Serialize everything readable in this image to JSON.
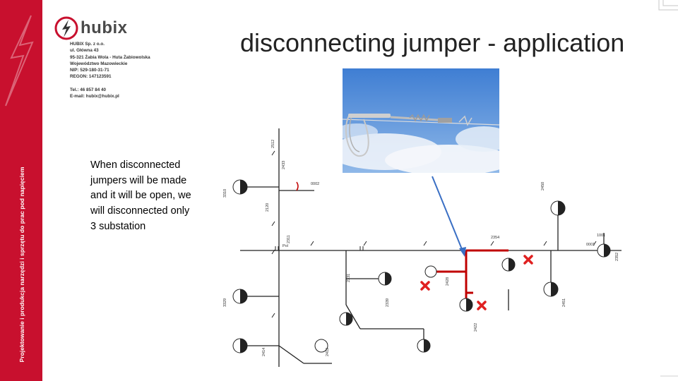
{
  "sidebar": {
    "vertical_text": "Projektowanie i produkcja narzędzi i sprzętu do prac pod napięciem",
    "color": "#c8102e"
  },
  "logo": {
    "text": "hubix",
    "icon": "lightning-bolt-icon"
  },
  "company": {
    "lines": [
      "HUBIX Sp. z o.o.",
      "ul. Główna 43",
      "95-321 Żabia Wola - Huta Żabiowolska",
      "Województwo Mazowieckie",
      "NIP: 529-180-31-71",
      "REGON: 147123591"
    ],
    "contact": [
      "Tel.: 46 857 84 40",
      "E-mail: hubix@hubix.pl"
    ]
  },
  "title": "disconnecting jumper - application",
  "description": "When disconnected jumpers will be made and it will be open, we will disconnected only 3 substation",
  "photo": {
    "subject": "disconnecting-jumper-on-overhead-line-photo"
  },
  "diagram": {
    "labels": [
      "2512",
      "2433",
      "2120",
      "3310",
      "3329",
      "0002",
      "Pol",
      "2311",
      "2354",
      "2339",
      "2331",
      "0001",
      "1001",
      "2352",
      "2428",
      "2422",
      "2450",
      "2451",
      "2414",
      "2412"
    ],
    "disconnected_markers": 3,
    "highlight_color": "#c00000",
    "marker_color": "#e02020"
  }
}
